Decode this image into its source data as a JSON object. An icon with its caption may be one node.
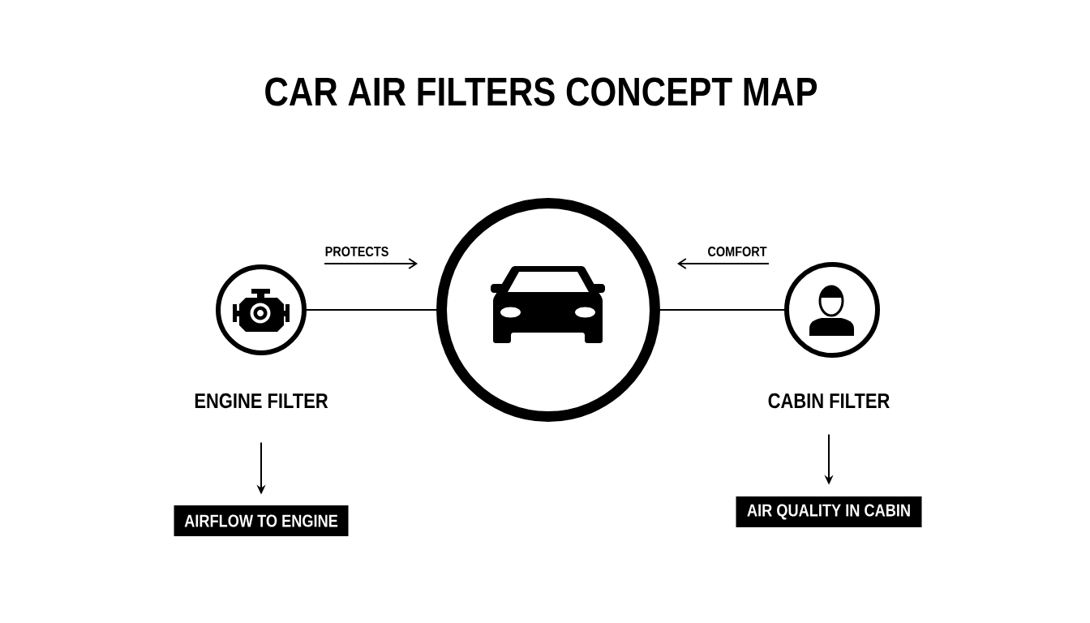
{
  "diagram": {
    "title": "CAR AIR FILTERS CONCEPT MAP",
    "nodes": [
      {
        "text": [
          "ENGINE FILTER"
        ]
      },
      {
        "text": [],
        "shape": "circle"
      },
      {
        "text": [
          "CABIN FILTER"
        ]
      },
      {
        "text": [
          "AIRFLOW TO ENGINE"
        ]
      },
      {
        "text": [
          "AIR QUALITY IN CABIN"
        ]
      }
    ],
    "edges": [
      {
        "from": 0,
        "to": 1,
        "arrow": "none",
        "label": "PROTECTS"
      },
      {
        "from": 2,
        "to": 1,
        "arrow": "none",
        "label": "COMFORT"
      },
      {
        "from": 0,
        "to": 3,
        "arrow": "to"
      },
      {
        "from": 2,
        "to": 4,
        "arrow": "to"
      }
    ]
  }
}
